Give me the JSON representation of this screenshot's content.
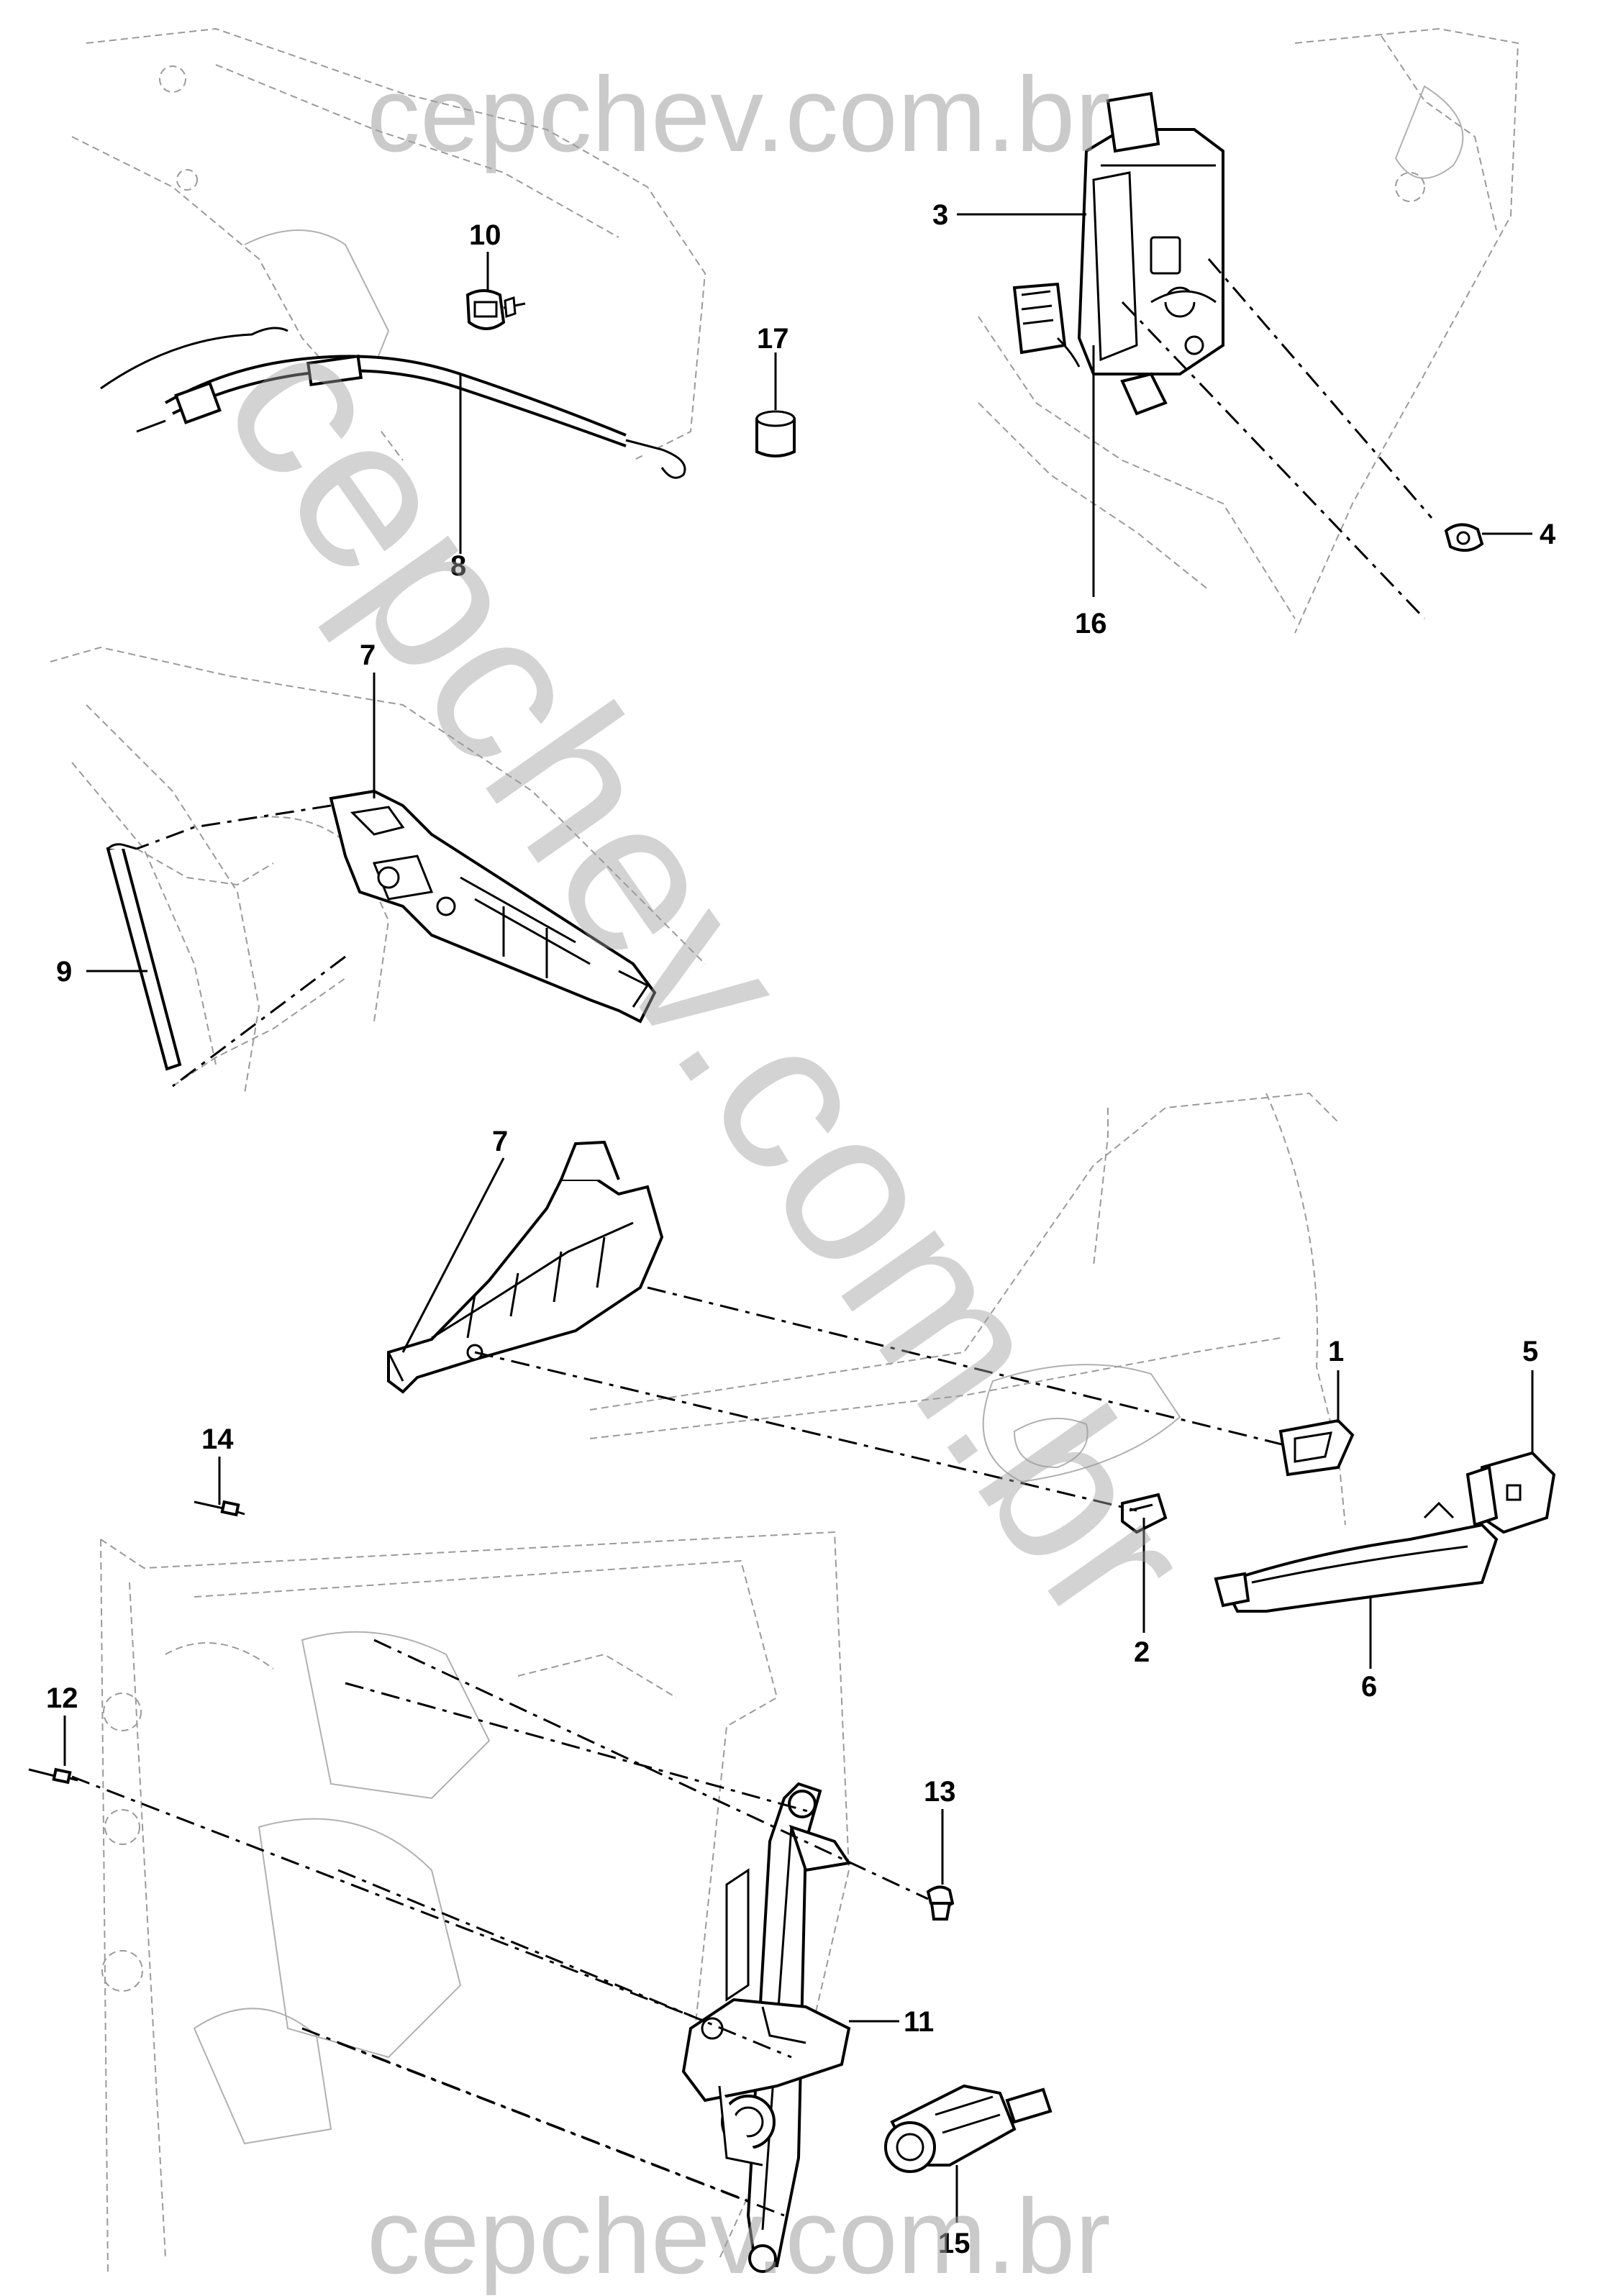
{
  "diagram": {
    "watermarks": {
      "top": "cepchev.com.br",
      "diagonal": "cepchev.com.br",
      "bottom": "cepchev.com.br"
    },
    "callouts": {
      "c1": "1",
      "c2": "2",
      "c3": "3",
      "c4": "4",
      "c5": "5",
      "c6": "6",
      "c7a": "7",
      "c7b": "7",
      "c8": "8",
      "c9": "9",
      "c10": "10",
      "c11": "11",
      "c12": "12",
      "c13": "13",
      "c14": "14",
      "c15": "15",
      "c16": "16",
      "c17": "17"
    }
  }
}
